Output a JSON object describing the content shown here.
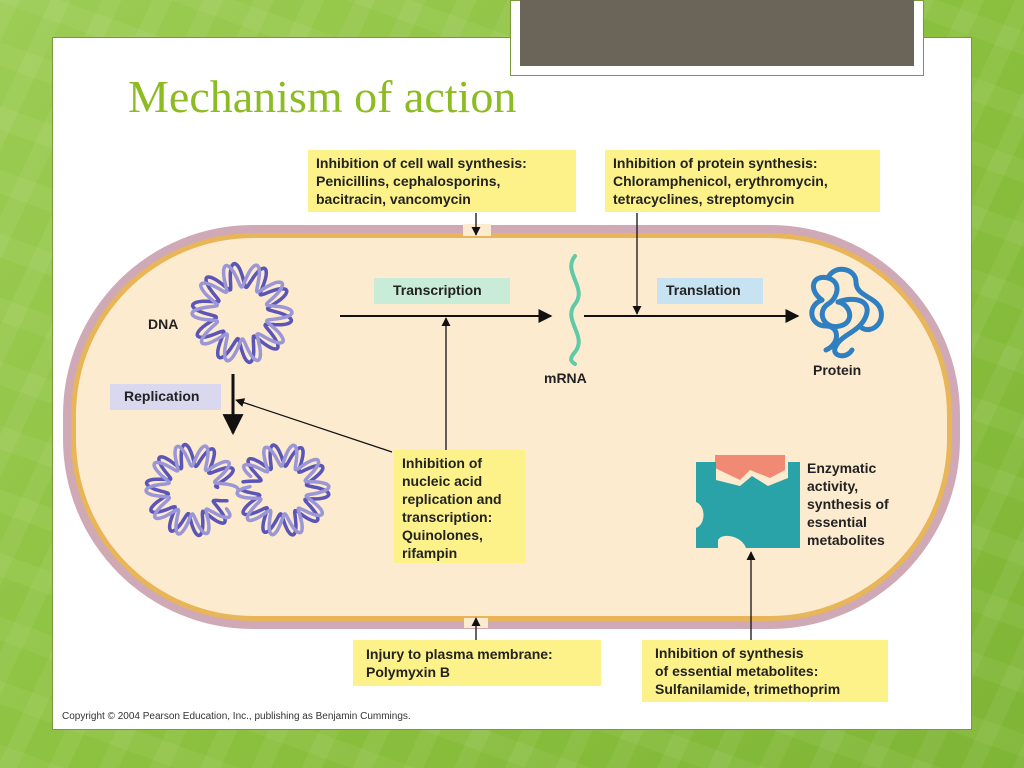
{
  "slide": {
    "title": "Mechanism of action",
    "copyright": "Copyright © 2004 Pearson Education, Inc., publishing as Benjamin Cummings."
  },
  "diagram": {
    "cell_wall": {
      "lines": [
        "Inhibition of cell wall synthesis:",
        "Penicillins, cephalosporins,",
        "bacitracin, vancomycin"
      ]
    },
    "protein_synthesis": {
      "lines": [
        "Inhibition of protein synthesis:",
        "Chloramphenicol, erythromycin,",
        "tetracyclines, streptomycin"
      ]
    },
    "nucleic_acid": {
      "lines": [
        "Inhibition of",
        "nucleic acid",
        "replication and",
        "transcription:",
        "Quinolones,",
        "rifampin"
      ]
    },
    "plasma_membrane": {
      "lines": [
        "Injury to plasma membrane:",
        "Polymyxin B"
      ]
    },
    "metabolites": {
      "lines": [
        "Inhibition of synthesis",
        "of essential metabolites:",
        "Sulfanilamide, trimethoprim"
      ]
    },
    "enzymatic": {
      "lines": [
        "Enzymatic",
        "activity,",
        "synthesis of",
        "essential",
        "metabolites"
      ]
    },
    "labels": {
      "dna": "DNA",
      "mrna": "mRNA",
      "protein": "Protein",
      "transcription": "Transcription",
      "translation": "Translation",
      "replication": "Replication"
    },
    "colors": {
      "cell_interior": "#fcebcf",
      "cell_wall_outer": "#cfa9b5",
      "membrane": "#e8b558",
      "dna_strand_a": "#5b55b8",
      "dna_strand_b": "#9b96d6",
      "mrna": "#5fc9a8",
      "protein": "#2f7fc1",
      "enzyme": "#2aa3a8",
      "substrate": "#f08a74",
      "yellow_box": "#fdf28a"
    }
  }
}
